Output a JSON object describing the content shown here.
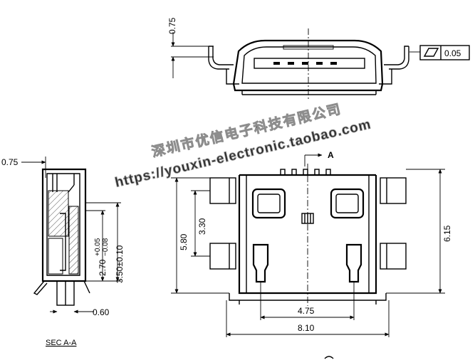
{
  "dimensions": {
    "top_075": "0.75",
    "flatness": "0.05",
    "side_075": "0.75",
    "dim_270": "2.70",
    "tol_270_upper": "+0.05",
    "tol_270_lower": "−0.08",
    "dim_350": "3.50±0.10",
    "dim_060": "0.60",
    "dim_580": "5.80",
    "dim_330": "3.30",
    "dim_615": "6.15",
    "dim_475": "4.75",
    "dim_810": "8.10"
  },
  "section_marker": "A",
  "section_caption": "SEC A-A",
  "watermark": {
    "line1": "深圳市优信电子科技有限公司",
    "line2": "https://youxin-electronic.taobao.com"
  },
  "colors": {
    "ink": "#000000",
    "watermark": "#7a7a7a"
  }
}
